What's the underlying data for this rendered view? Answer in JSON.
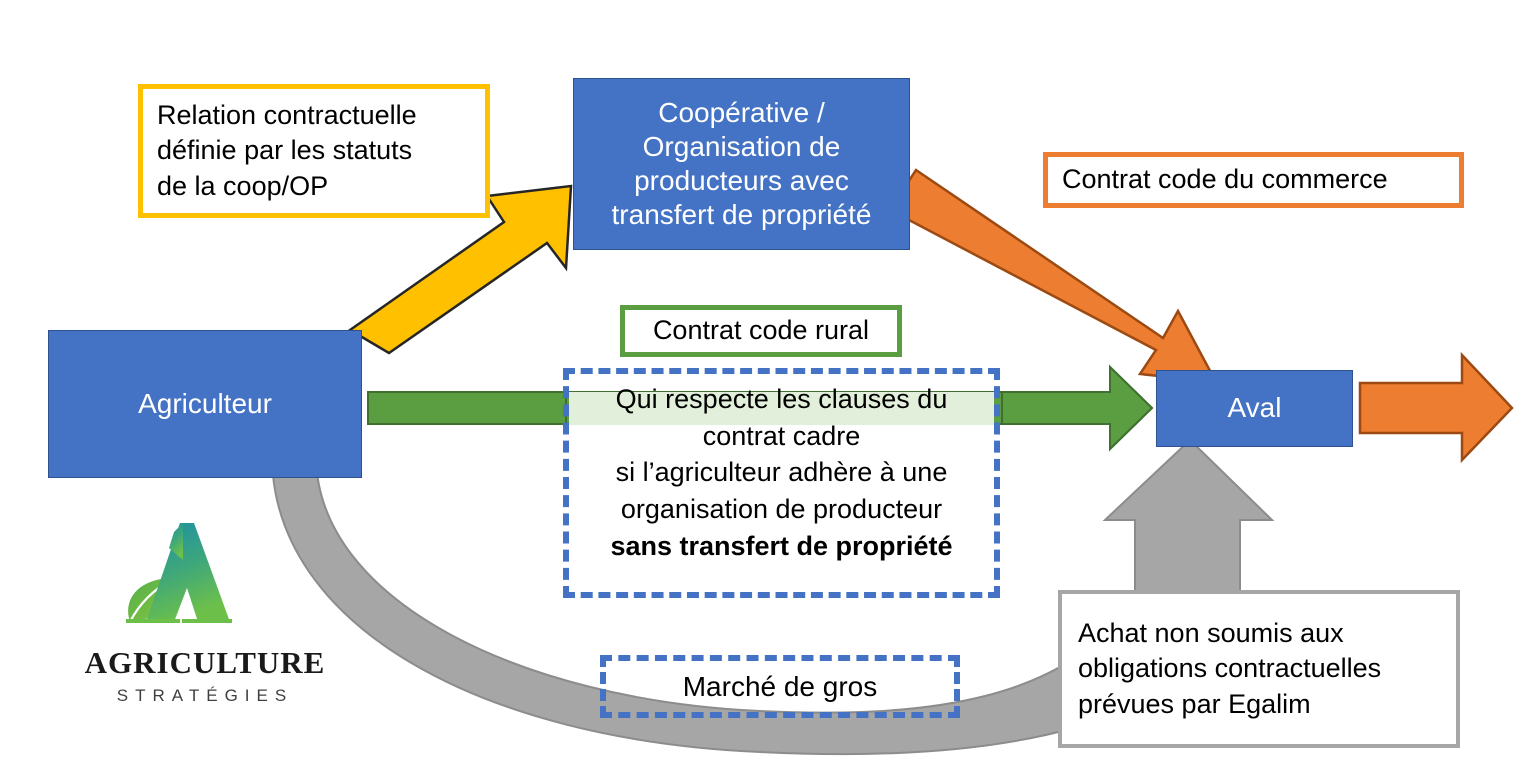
{
  "diagram": {
    "title_visible": false,
    "nodes": [
      {
        "id": "agriculteur",
        "label": "Agriculteur",
        "fill": "#4472c4",
        "text_color": "#ffffff"
      },
      {
        "id": "cooperative",
        "label": "Coopérative /\nOrganisation de\nproducteurs avec\ntransfert de propriété",
        "fill": "#4472c4",
        "text_color": "#ffffff"
      },
      {
        "id": "aval",
        "label": "Aval",
        "fill": "#4472c4",
        "text_color": "#ffffff"
      }
    ],
    "cooperative_lines": [
      "Coopérative /",
      "Organisation de",
      "producteurs avec",
      "transfert de propriété"
    ],
    "notes": [
      {
        "id": "relation-contractuelle",
        "border_color": "#ffc000",
        "lines": [
          "Relation contractuelle",
          "définie par les statuts",
          "de la coop/OP"
        ]
      },
      {
        "id": "contrat-code-commerce",
        "border_color": "#ed7d31",
        "lines": [
          "Contrat code du commerce"
        ]
      },
      {
        "id": "contrat-code-rural",
        "border_color": "#5a9e41",
        "lines": [
          "Contrat code rural"
        ]
      },
      {
        "id": "achat-non-soumis",
        "border_color": "#a6a6a6",
        "lines": [
          "Achat non soumis aux",
          "obligations contractuelles",
          "prévues par Egalim"
        ]
      }
    ],
    "dashed_boxes": [
      {
        "id": "clauses-contrat-cadre",
        "border_color": "#4472c4",
        "border_style": "dashed",
        "lines": [
          {
            "text": "Qui respecte les clauses du",
            "bold": false,
            "highlighted": true
          },
          {
            "text": "contrat cadre",
            "bold": false,
            "highlighted": false
          },
          {
            "text": "si l’agriculteur adhère à une",
            "bold": false,
            "highlighted": false
          },
          {
            "text": "organisation de producteur",
            "bold": false,
            "highlighted": false
          },
          {
            "text": "sans transfert de propriété",
            "bold": true,
            "highlighted": false
          }
        ]
      },
      {
        "id": "marche-de-gros",
        "border_color": "#4472c4",
        "border_style": "dashed",
        "lines": [
          {
            "text": "Marché de gros",
            "bold": false,
            "highlighted": false
          }
        ]
      }
    ],
    "arrows": [
      {
        "id": "arrow-yellow-up-right",
        "color": "#ffc000",
        "stroke": "#262626",
        "from": "agriculteur",
        "to": "cooperative",
        "shape": "straight-diagonal"
      },
      {
        "id": "arrow-orange-down-right",
        "color": "#ed7d31",
        "stroke": "#833c0b",
        "from": "cooperative",
        "to": "aval",
        "shape": "straight-diagonal"
      },
      {
        "id": "arrow-green-right",
        "color": "#5a9e41",
        "stroke": "#385723",
        "from": "agriculteur",
        "to": "aval",
        "shape": "straight-horizontal"
      },
      {
        "id": "arrow-gray-curved-up",
        "color": "#a6a6a6",
        "stroke": "#808080",
        "from": "agriculteur",
        "to": "aval",
        "shape": "curved"
      },
      {
        "id": "arrow-orange-exit",
        "color": "#ed7d31",
        "stroke": "#833c0b",
        "from": "aval",
        "to": "",
        "shape": "straight-horizontal"
      }
    ],
    "logo": {
      "name": "agriculture-strategies-logo",
      "wordmark": "AGRICULTURE",
      "subword": "STRATÉGIES",
      "mark_gradient_from": "#1a8fa6",
      "mark_gradient_to": "#6cc04a",
      "leaf_color": "#6cc04a"
    },
    "colors": {
      "node_blue": "#4472c4",
      "yellow": "#ffc000",
      "orange": "#ed7d31",
      "green": "#5a9e41",
      "gray": "#a6a6a6",
      "green_highlight": "#e2efda"
    }
  }
}
